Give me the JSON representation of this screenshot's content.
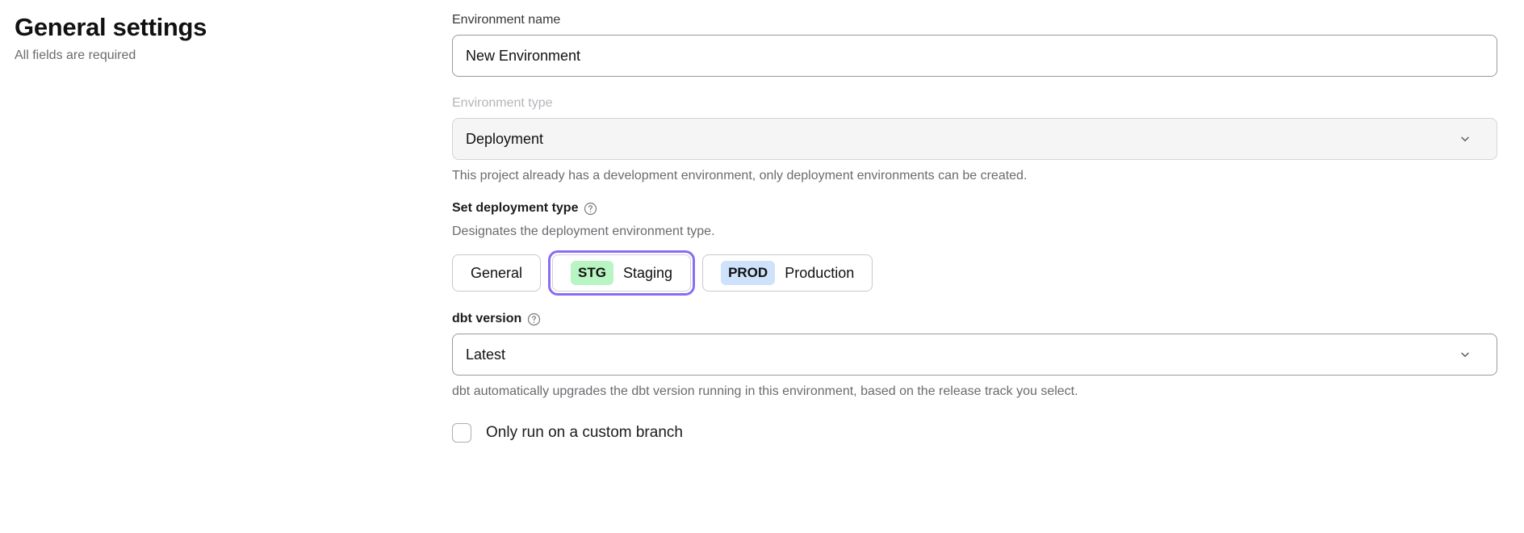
{
  "header": {
    "title": "General settings",
    "subtitle": "All fields are required"
  },
  "form": {
    "environment_name": {
      "label": "Environment name",
      "value": "New Environment",
      "placeholder": "Environment name"
    },
    "environment_type": {
      "label": "Environment type",
      "value": "Deployment",
      "help_text": "This project already has a development environment, only deployment environments can be created.",
      "chevron_icon": "chevron-down-icon",
      "disabled": true
    },
    "deployment_type": {
      "label": "Set deployment type",
      "help_icon": "question-circle-icon",
      "description": "Designates the deployment environment type.",
      "options": [
        {
          "badge": "",
          "label": "General",
          "selected": false
        },
        {
          "badge": "STG",
          "label": "Staging",
          "selected": true
        },
        {
          "badge": "PROD",
          "label": "Production",
          "selected": false
        }
      ]
    },
    "dbt_version": {
      "label": "dbt version",
      "help_icon": "question-circle-icon",
      "value": "Latest",
      "chevron_icon": "chevron-down-icon",
      "help_text": "dbt automatically upgrades the dbt version running in this environment, based on the release track you select."
    },
    "custom_branch": {
      "label": "Only run on a custom branch",
      "checked": false
    }
  },
  "colors": {
    "accent_focus": "#8b6df2",
    "badge_staging_bg": "#b9f5c3",
    "badge_production_bg": "#cfe2fb",
    "muted_text": "#6b6b70",
    "disabled_label": "#b6b6bb"
  }
}
